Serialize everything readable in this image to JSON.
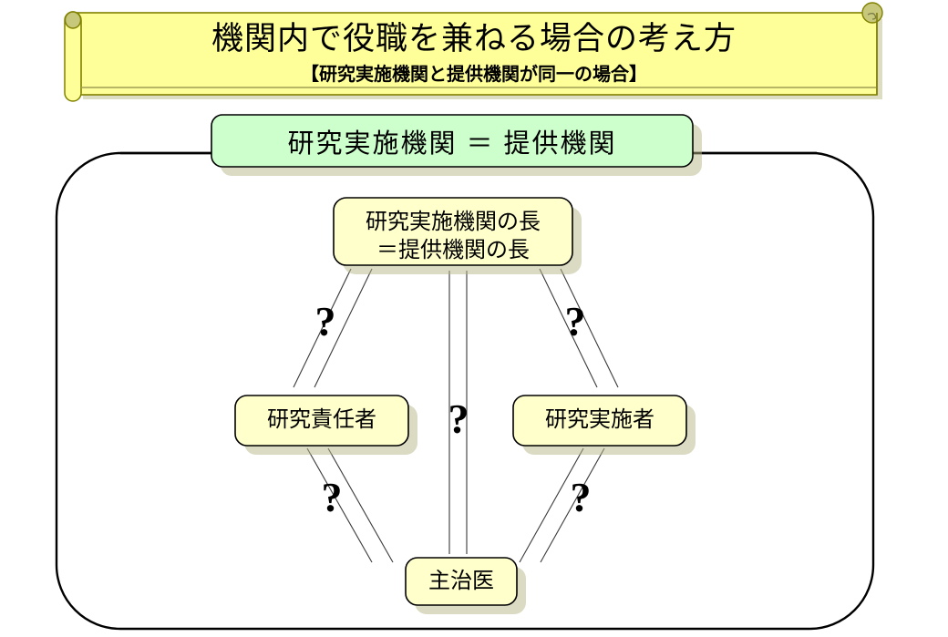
{
  "page": {
    "language": "ja",
    "background_color": "#ffffff"
  },
  "banner": {
    "name": "title-scroll-banner",
    "title": "機関内で役職を兼ねる場合の考え方",
    "subtitle": "【研究実施機関と提供機関が同一の場合】",
    "fill_color": "#ffff99",
    "border_color": "#808000",
    "curl_color": "#c8c87d"
  },
  "diagram": {
    "container": {
      "name": "organization-boundary",
      "border_color": "#000000",
      "fill_color": "#ffffff"
    },
    "header_box": {
      "label": "研究実施機関 ＝ 提供機関",
      "fill_color": "#ccffcc",
      "border_color": "#000000"
    },
    "nodes": [
      {
        "id": "institution-head",
        "label_line1": "研究実施機関の長",
        "label_line2": "＝提供機関の長",
        "fill_color": "#ffffcc",
        "border_color": "#000000"
      },
      {
        "id": "research-director",
        "label": "研究責任者",
        "fill_color": "#ffffcc",
        "border_color": "#000000"
      },
      {
        "id": "research-practitioner",
        "label": "研究実施者",
        "fill_color": "#ffffcc",
        "border_color": "#000000"
      },
      {
        "id": "attending-physician",
        "label": "主治医",
        "fill_color": "#ffffcc",
        "border_color": "#000000"
      }
    ],
    "connectors": [
      {
        "id": "head-to-director",
        "from": "institution-head",
        "to": "research-director",
        "marker": "?"
      },
      {
        "id": "head-to-practitioner",
        "from": "institution-head",
        "to": "research-practitioner",
        "marker": "?"
      },
      {
        "id": "head-to-physician",
        "from": "institution-head",
        "to": "attending-physician",
        "marker": "?"
      },
      {
        "id": "director-to-physician",
        "from": "research-director",
        "to": "attending-physician",
        "marker": "?"
      },
      {
        "id": "practitioner-to-physician",
        "from": "research-practitioner",
        "to": "attending-physician",
        "marker": "?"
      }
    ]
  }
}
